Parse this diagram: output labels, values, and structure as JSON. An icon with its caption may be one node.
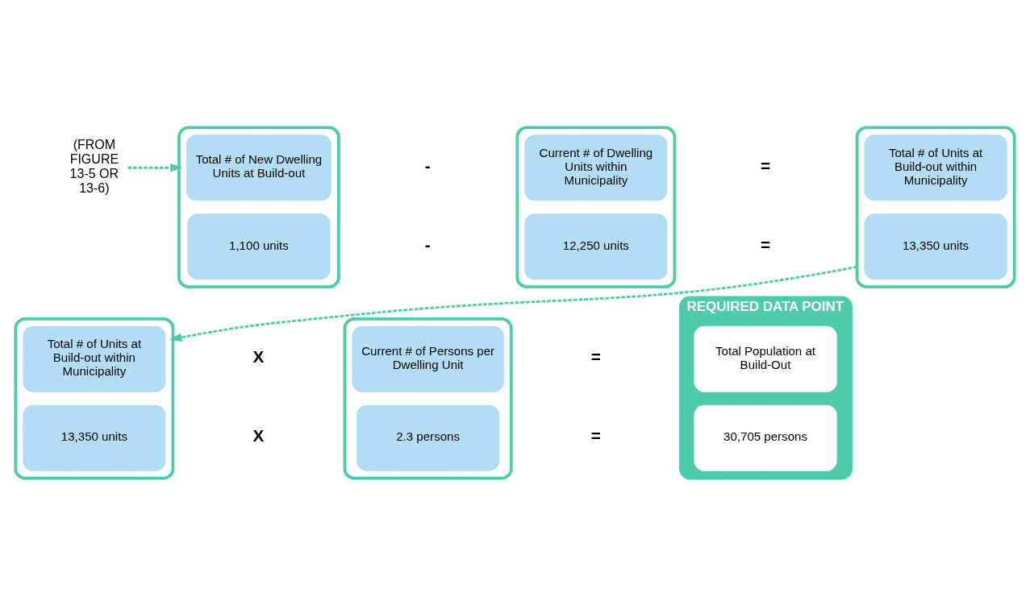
{
  "diagram": {
    "nodes": [
      {
        "text": [
          "(FROM FIGURE 13-5 OR 13-6)"
        ]
      },
      {
        "text": [],
        "shape": "box"
      },
      {
        "text": [
          "Total # of New Dwelling Units at Build-out"
        ],
        "in": 1
      },
      {
        "text": [
          "1,100 units"
        ],
        "in": 1
      },
      {
        "text": [],
        "shape": "box"
      },
      {
        "text": [
          "Current # of Dwelling Units within Municipality"
        ],
        "in": 4
      },
      {
        "text": [
          "12,250 units"
        ],
        "in": 4
      },
      {
        "text": [],
        "shape": "box"
      },
      {
        "text": [
          "Total # of Units at Build-out within Municipality"
        ],
        "in": 7
      },
      {
        "text": [
          "13,350 units"
        ],
        "in": 7
      },
      {
        "text": [],
        "shape": "box"
      },
      {
        "text": [
          "Total # of Units at Build-out within Municipality"
        ],
        "in": 10
      },
      {
        "text": [
          "13,350 units"
        ],
        "in": 10
      },
      {
        "text": [],
        "shape": "box"
      },
      {
        "text": [
          "Current # of Persons per Dwelling Unit"
        ],
        "in": 13
      },
      {
        "text": [
          "2.3 persons"
        ],
        "in": 13
      },
      {
        "text": [
          "REQUIRED DATA POINT"
        ]
      },
      {
        "text": [
          "Total Population at Build-Out"
        ],
        "in": 16
      },
      {
        "text": [
          "30,705 persons"
        ],
        "in": 16
      }
    ],
    "edges": [
      {
        "from": 0,
        "to": 1,
        "arrow": "to",
        "style": "dashed"
      },
      {
        "from": 7,
        "to": 10,
        "arrow": "to",
        "style": "dashed"
      }
    ],
    "labels": [
      "-",
      "=",
      "-",
      "=",
      "X",
      "=",
      "X",
      "="
    ]
  }
}
